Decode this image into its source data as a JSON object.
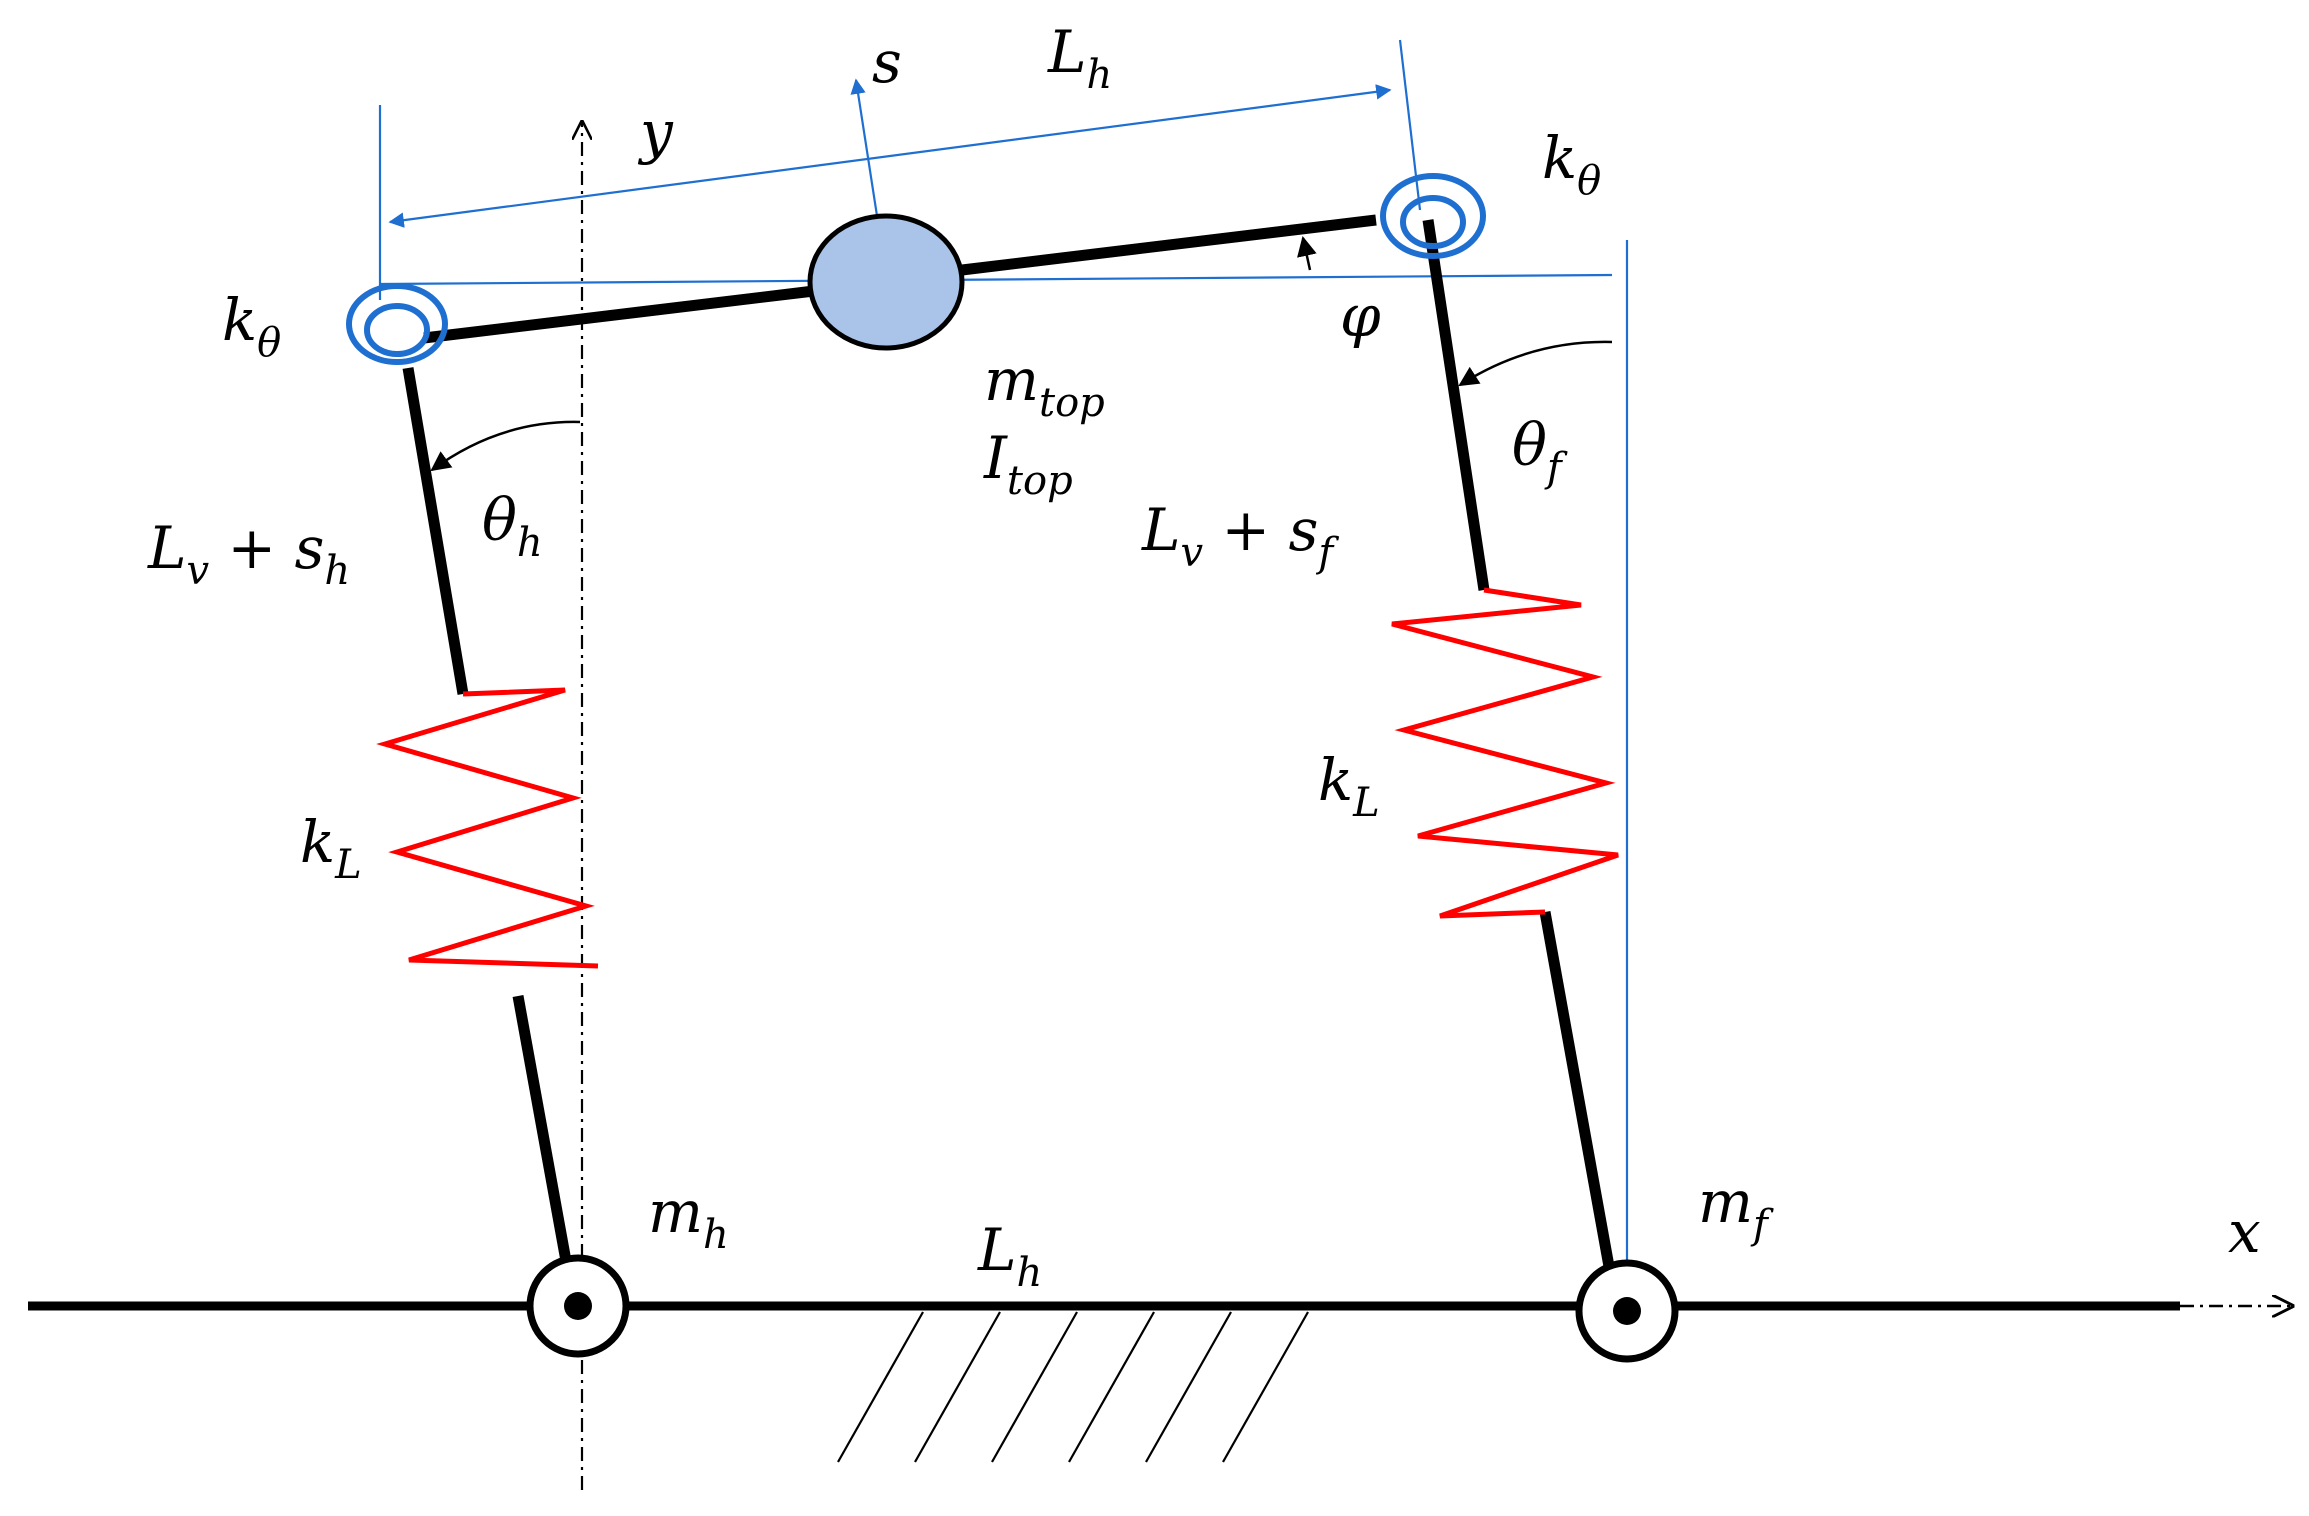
{
  "colors": {
    "rod": "#000000",
    "spring": "#ff0000",
    "torsion_spring": "#1f6fd1",
    "guide": "#1f6fd1",
    "top_mass_fill": "#a9c4e8",
    "ground": "#000000"
  },
  "icons": {
    "torsion_spring": "spiral-spring-icon",
    "linear_spring": "zigzag-spring-icon",
    "foot_joint": "pin-joint-icon",
    "ground": "hatched-ground-icon"
  },
  "labels": {
    "s": {
      "main": "s",
      "sub": ""
    },
    "y": {
      "main": "y",
      "sub": ""
    },
    "x": {
      "main": "x",
      "sub": ""
    },
    "lh_top": {
      "main": "L",
      "sub": "h"
    },
    "lh_bottom": {
      "main": "L",
      "sub": "h"
    },
    "ktheta_left": {
      "main": "k",
      "sub": "θ"
    },
    "ktheta_right": {
      "main": "k",
      "sub": "θ"
    },
    "phi": {
      "main": "φ",
      "sub": ""
    },
    "m_top": {
      "main": "m",
      "sub": "top"
    },
    "i_top": {
      "main": "I",
      "sub": "top"
    },
    "theta_h": {
      "main": "θ",
      "sub": "h"
    },
    "theta_f": {
      "main": "θ",
      "sub": "f"
    },
    "len_h": {
      "main": "L",
      "sub": "v",
      "plus": " + s",
      "sub2": "h"
    },
    "len_f": {
      "main": "L",
      "sub": "v",
      "plus": " + s",
      "sub2": "f"
    },
    "kl_left": {
      "main": "k",
      "sub": "L"
    },
    "kl_right": {
      "main": "k",
      "sub": "L"
    },
    "m_h": {
      "main": "m",
      "sub": "h"
    },
    "m_f": {
      "main": "m",
      "sub": "f"
    }
  }
}
